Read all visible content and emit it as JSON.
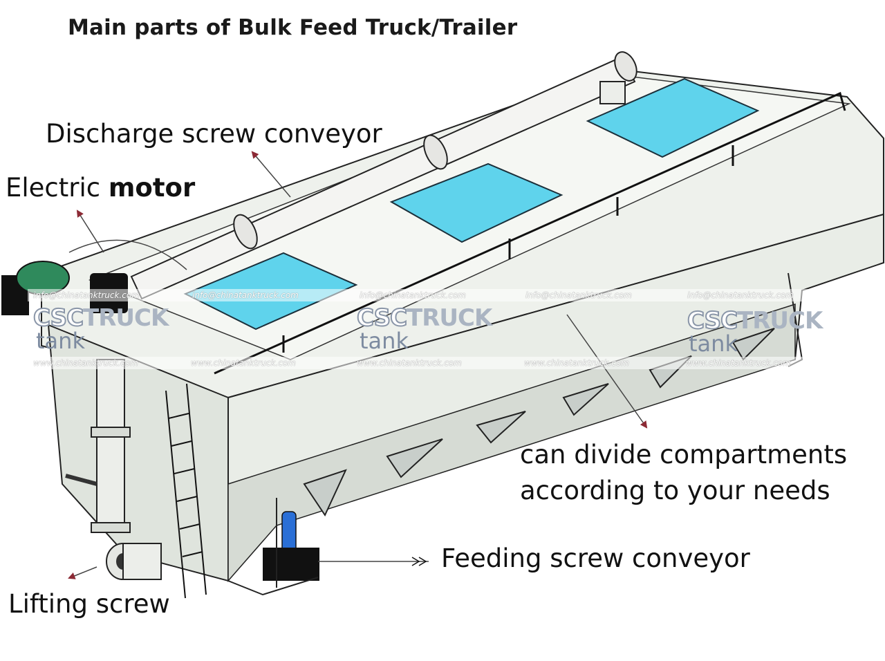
{
  "title": "Main parts of Bulk Feed Truck/Trailer",
  "labels": {
    "discharge": "Discharge screw conveyor",
    "motor_a": "Electric",
    "motor_b": "motor",
    "compartments_line1": "can divide compartments",
    "compartments_line2": "according to your needs",
    "feeding": "Feeding screw conveyor",
    "lifting": "Lifting screw"
  },
  "watermark": {
    "email": "info@chinatanktruck.com",
    "website": "www.chinatanktruck.com",
    "brand_a": "CSC",
    "brand_b": "TRUCK",
    "brand_c": "tank"
  },
  "colors": {
    "hatch": "#5fd3ec",
    "tank_body": "#f1f4f0",
    "motor": "#2f8a5c",
    "arrow": "#8c2a35"
  }
}
